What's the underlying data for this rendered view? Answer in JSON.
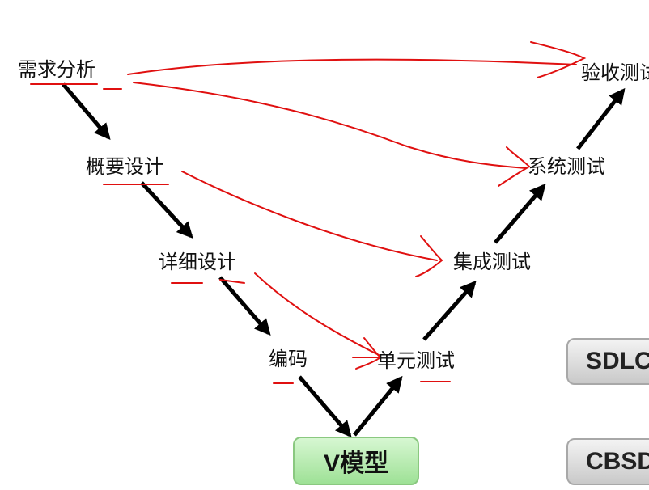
{
  "nodes": {
    "requirements_analysis": "需求分析",
    "outline_design": "概要设计",
    "detailed_design": "详细设计",
    "coding": "编码",
    "unit_test": "单元测试",
    "integration_test": "集成测试",
    "system_test": "系统测试",
    "acceptance_test": "验收测试"
  },
  "buttons": {
    "v_model": "V模型",
    "sdlc": "SDLC",
    "cbsd": "CBSD"
  },
  "colors": {
    "arrow": "#000000",
    "annotation": "#e01010",
    "v_model_button": "#9ee196",
    "side_button": "#d0d0d0"
  }
}
